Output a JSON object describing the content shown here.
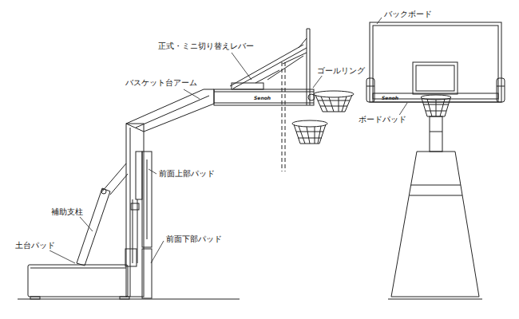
{
  "diagram": {
    "labels": [
      "正式・ミニ切り替えレバー",
      "バスケット台アーム",
      "ゴールリング",
      "バックボード",
      "ボードパッド",
      "前面上部パッド",
      "補助支柱",
      "前面下部パッド",
      "土台パッド",
      "Senoh",
      "Senoh"
    ]
  }
}
